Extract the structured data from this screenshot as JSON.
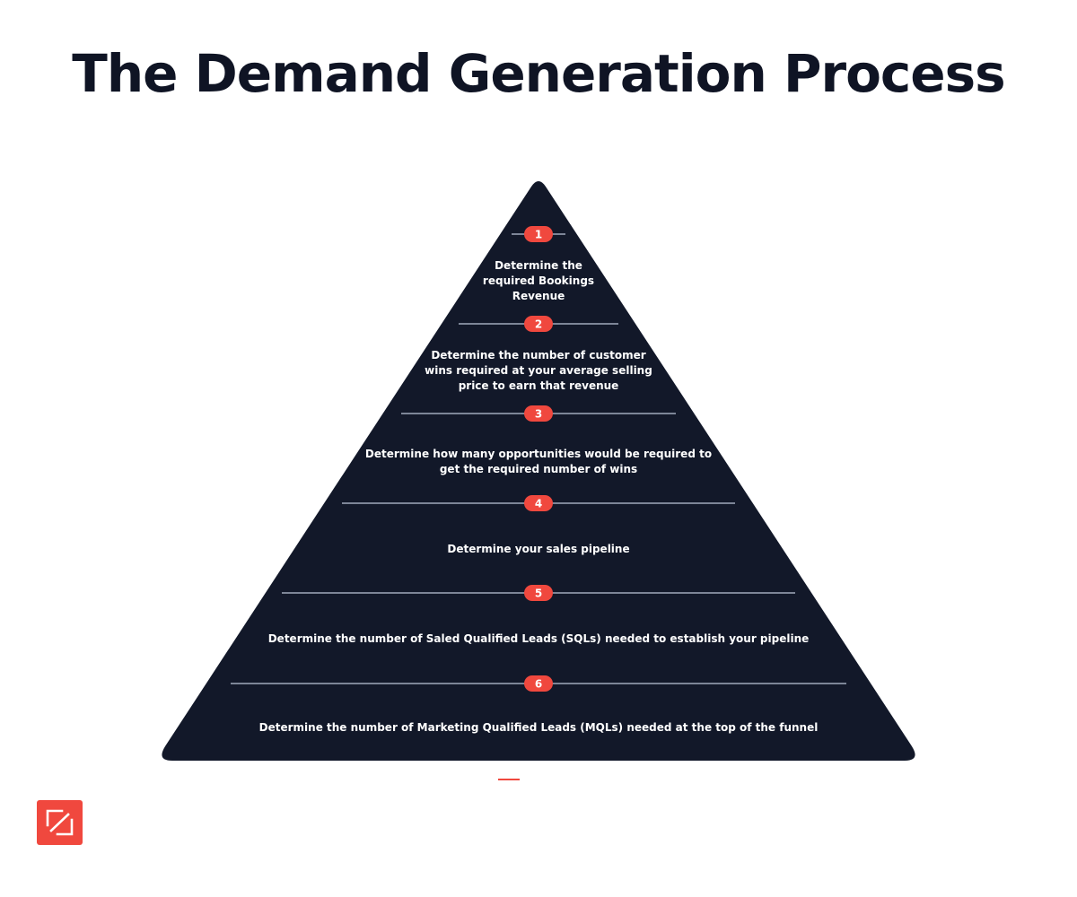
{
  "title": "The Demand Generation Process",
  "colors": {
    "pyramid": "#121829",
    "badge": "#f0483e",
    "divider": "#7d8597",
    "title": "#0f1424",
    "text": "#ffffff"
  },
  "steps": [
    {
      "number": "1",
      "lines": [
        "Determine the",
        "required Bookings",
        "Revenue"
      ]
    },
    {
      "number": "2",
      "lines": [
        "Determine the number of customer",
        "wins required at your average selling",
        "price to earn that revenue"
      ]
    },
    {
      "number": "3",
      "lines": [
        "Determine how many opportunities would be required to",
        "get the required number of wins"
      ]
    },
    {
      "number": "4",
      "lines": [
        "Determine your sales pipeline"
      ]
    },
    {
      "number": "5",
      "lines": [
        "Determine the number of Saled Qualified Leads (SQLs) needed to establish your pipeline"
      ]
    },
    {
      "number": "6",
      "lines": [
        "Determine the number of Marketing Qualified Leads (MQLs) needed at the top of the funnel"
      ]
    }
  ],
  "logo": {
    "icon": "zoominfo-logo-icon"
  }
}
